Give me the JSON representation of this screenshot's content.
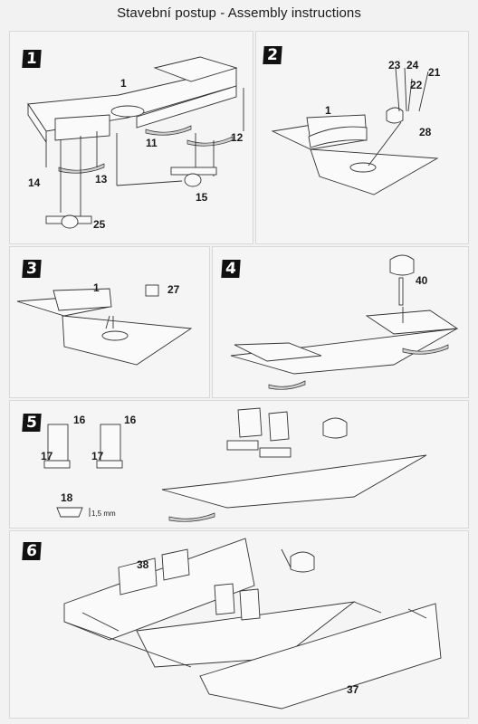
{
  "header": {
    "title": "Stavební postup - Assembly instructions"
  },
  "steps": [
    {
      "number": "1",
      "parts": [
        "1",
        "11",
        "12",
        "13",
        "14",
        "15",
        "25"
      ]
    },
    {
      "number": "2",
      "parts": [
        "1",
        "21",
        "22",
        "23",
        "24",
        "28"
      ]
    },
    {
      "number": "3",
      "parts": [
        "1",
        "27"
      ]
    },
    {
      "number": "4",
      "parts": [
        "40"
      ]
    },
    {
      "number": "5",
      "parts": [
        "16",
        "16",
        "17",
        "17",
        "18"
      ],
      "dimension": "1,5 mm"
    },
    {
      "number": "6",
      "parts": [
        "38",
        "37"
      ]
    }
  ]
}
